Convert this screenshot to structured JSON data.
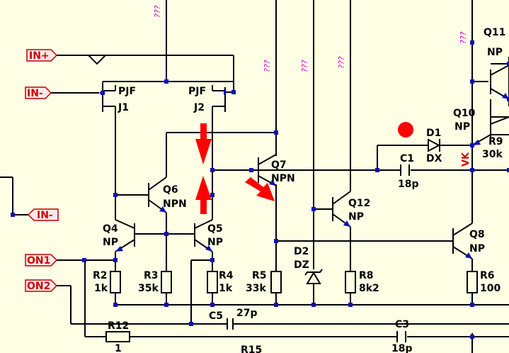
{
  "inputs": {
    "in_plus": "IN+",
    "in_minus": "IN-",
    "in_minus_2": "IN-",
    "on1": "ON1",
    "on2": "ON2"
  },
  "components": {
    "j1": {
      "type": "PJF",
      "ref": "J1"
    },
    "j2": {
      "type": "PJF",
      "ref": "J2"
    },
    "q4": {
      "ref": "Q4",
      "type": "NP"
    },
    "q5": {
      "ref": "Q5",
      "type": "NP"
    },
    "q6": {
      "ref": "Q6",
      "type": "NPN"
    },
    "q7": {
      "ref": "Q7",
      "type": "NPN"
    },
    "q8": {
      "ref": "Q8",
      "type": "NP"
    },
    "q10": {
      "ref": "Q10",
      "type": "NP"
    },
    "q11": {
      "ref": "Q11",
      "type": "NP"
    },
    "q12": {
      "ref": "Q12",
      "type": "NP"
    },
    "d1": {
      "ref": "D1",
      "type": "DX"
    },
    "d2": {
      "ref": "D2",
      "type": "DZ"
    },
    "c1": {
      "ref": "C1",
      "value": "18p"
    },
    "c3": {
      "ref": "C3",
      "value": "18p"
    },
    "c5": {
      "ref": "C5",
      "value": "27p"
    },
    "r2": {
      "ref": "R2",
      "value": "1k"
    },
    "r3": {
      "ref": "R3",
      "value": "35k"
    },
    "r4": {
      "ref": "R4",
      "value": "1k"
    },
    "r5": {
      "ref": "R5",
      "value": "33k"
    },
    "r6": {
      "ref": "R6",
      "value": "100"
    },
    "r8": {
      "ref": "R8",
      "value": "8k2"
    },
    "r9": {
      "ref": "R9",
      "value": "30k"
    },
    "r12": {
      "ref": "R12",
      "value": "1"
    },
    "r15": {
      "ref": "R15"
    }
  },
  "nets": {
    "vk": "VK"
  },
  "unknown_marks": {
    "mark1": "???",
    "mark2": "???",
    "mark3": "???",
    "mark4": "???",
    "mark5": "???"
  },
  "colors": {
    "background": "#ffffe6",
    "wire": "#000000",
    "junction": "#1010b0",
    "pin_label": "#d00000",
    "annotation": "#ff0000",
    "unknown_mark": "#d000d0"
  }
}
